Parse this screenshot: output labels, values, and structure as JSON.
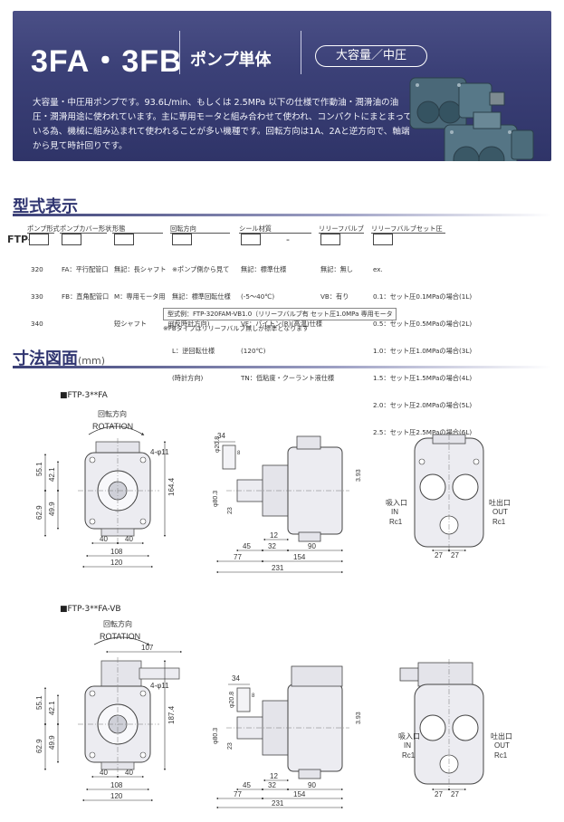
{
  "header": {
    "title": "3FA・3FB",
    "subtitle": "ポンプ単体",
    "badge": "大容量／中圧",
    "description": "大容量・中圧用ポンプです。93.6L/min、もしくは 2.5MPa 以下の仕様で作動油・潤滑油の油圧・潤滑用途に使われています。主に専用モータと組み合わせて使われ、コンパクトにまとまっている為、機械に組み込まれて使われることが多い機種です。回転方向は1A、2Aと逆方向で、軸端から見て時計回りです。"
  },
  "model_code": {
    "section_title": "型式表示",
    "prefix": "FTP-",
    "dash": "-",
    "columns": [
      {
        "head": "ポンプ形式",
        "lines": [
          "320",
          "330",
          "340"
        ]
      },
      {
        "head": "ポンプカバー形状",
        "lines": [
          "FA：平行配管口",
          "FB：直角配管口"
        ]
      },
      {
        "head": "形態",
        "lines": [
          "無記：長シャフト",
          "M：専用モータ用",
          "短シャフト"
        ]
      },
      {
        "head": "回転方向",
        "lines": [
          "※ポンプ側から見て",
          "無記：標準回転仕様",
          "(反時計方向)",
          "L：逆回転仕様",
          "(時計方向)"
        ]
      },
      {
        "head": "シール材質",
        "lines": [
          "無記：標準仕様",
          "(-5～40℃)",
          "VF：バイトン(R)(高温)仕様",
          "(120℃)",
          "TN：低粘度・クーラント液仕様"
        ]
      },
      {
        "head": "リリーフバルブ",
        "lines": [
          "無記：無し",
          "VB：有り"
        ]
      },
      {
        "head": "リリーフバルブセット圧",
        "lines": [
          "ex.",
          "0.1：セット圧0.1MPaの場合(1L)",
          "0.5：セット圧0.5MPaの場合(2L)",
          "1.0：セット圧1.0MPaの場合(3L)",
          "1.5：セット圧1.5MPaの場合(4L)",
          "2.0：セット圧2.0MPaの場合(5L)",
          "2.5：セット圧2.5MPaの場合(6L)"
        ]
      }
    ],
    "example": "型式例：FTP-320FAM-VB1.0（リリーフバルブ有 セット圧1.0MPa 専用モータ用）",
    "note": "※FBタイプはリリーフバルブ無しが標準となります"
  },
  "dimension": {
    "section_title": "寸法図面",
    "unit": "(mm)",
    "drawing1": {
      "label": "■FTP-3**FA",
      "rotation_jp": "回転方向",
      "rotation_en": "ROTATION",
      "front": {
        "d55": "55.1",
        "d42": "42.1",
        "d629": "62.9",
        "d499": "49.9",
        "d164": "164.4",
        "d40a": "40",
        "d40b": "40",
        "d108": "108",
        "d120": "120",
        "hole": "4-φ11"
      },
      "side": {
        "d34": "34",
        "key": "8",
        "d208": "φ20.8",
        "d803": "φ80.3",
        "d23": "23",
        "d393": "3.93",
        "d12": "12",
        "d45": "45",
        "d32": "32",
        "d90": "90",
        "d77": "77",
        "d154": "154",
        "d231": "231"
      },
      "rear": {
        "in_jp": "吸入口",
        "in_en": "IN",
        "in_rc": "Rc1",
        "out_jp": "吐出口",
        "out_en": "OUT",
        "out_rc": "Rc1",
        "d27a": "27",
        "d27b": "27"
      }
    },
    "drawing2": {
      "label": "■FTP-3**FA-VB",
      "rotation_jp": "回転方向",
      "rotation_en": "ROTATION",
      "front": {
        "d107": "107",
        "d55": "55.1",
        "d42": "42.1",
        "d629": "62.9",
        "d499": "49.9",
        "d187": "187.4",
        "d40a": "40",
        "d40b": "40",
        "d108": "108",
        "d120": "120",
        "hole": "4-φ11"
      },
      "side": {
        "d34": "34",
        "key": "8",
        "d208": "φ20.8",
        "d803": "φ80.3",
        "d23": "23",
        "d393": "3.93",
        "d12": "12",
        "d45": "45",
        "d32": "32",
        "d90": "90",
        "d77": "77",
        "d154": "154",
        "d231": "231"
      },
      "rear": {
        "in_jp": "吸入口",
        "in_en": "IN",
        "in_rc": "Rc1",
        "out_jp": "吐出口",
        "out_en": "OUT",
        "out_rc": "Rc1",
        "d27a": "27",
        "d27b": "27"
      }
    }
  }
}
